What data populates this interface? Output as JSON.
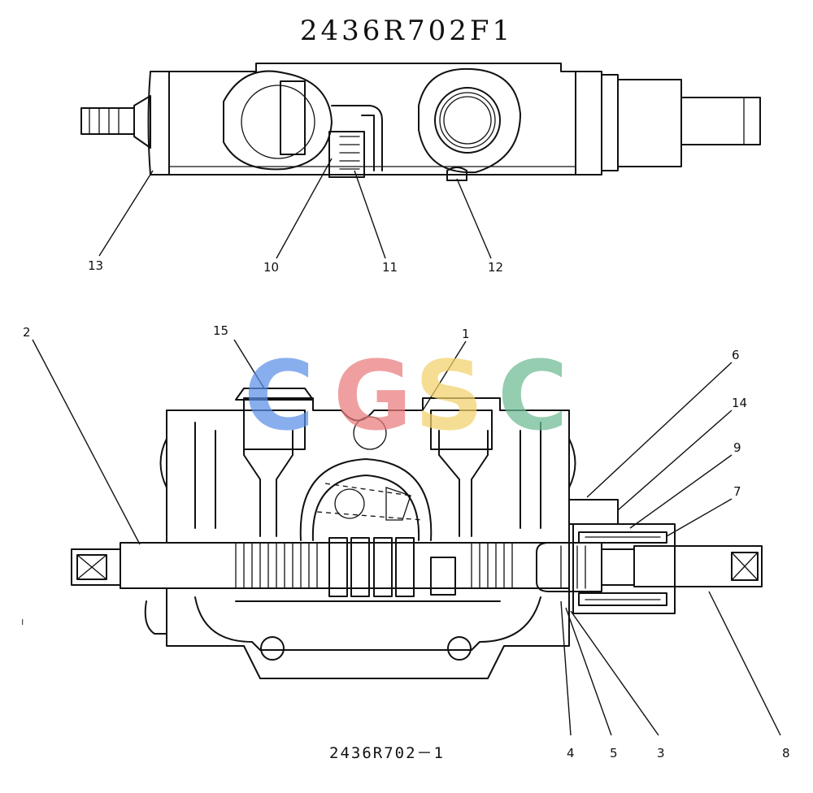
{
  "title": "2436R702F1",
  "footer": "2436R702－1",
  "stray_mark": "ı",
  "watermark": {
    "letters": [
      "C",
      "G",
      "S",
      "C"
    ],
    "colors": [
      "#5b8fe8",
      "#ea7b7b",
      "#f2d26a",
      "#6dba94"
    ]
  },
  "callouts": {
    "n1": "1",
    "n2": "2",
    "n3": "3",
    "n4": "4",
    "n5": "5",
    "n6": "6",
    "n7": "7",
    "n8": "8",
    "n9": "9",
    "n10": "10",
    "n11": "11",
    "n12": "12",
    "n13": "13",
    "n14": "14",
    "n15": "15"
  }
}
